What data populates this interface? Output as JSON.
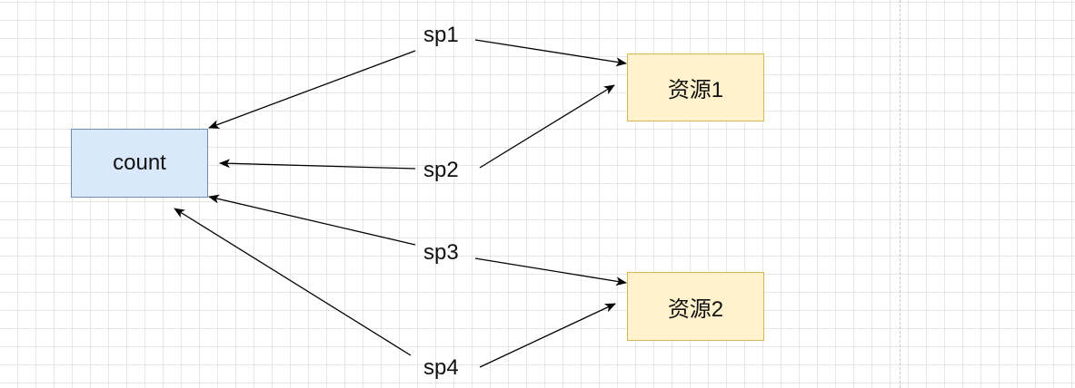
{
  "colors": {
    "count_fill": "#dae8fc",
    "count_stroke": "#6c8ebf",
    "resource_fill": "#fff2cc",
    "resource_stroke": "#d6b656",
    "edge": "#000000"
  },
  "nodes": {
    "count": {
      "label": "count"
    },
    "resource1": {
      "label": "资源1"
    },
    "resource2": {
      "label": "资源2"
    }
  },
  "edges": [
    {
      "label": "sp1",
      "from": "sp1",
      "to": [
        "count",
        "资源1"
      ]
    },
    {
      "label": "sp2",
      "from": "sp2",
      "to": [
        "count",
        "资源1"
      ]
    },
    {
      "label": "sp3",
      "from": "sp3",
      "to": [
        "count",
        "资源2"
      ]
    },
    {
      "label": "sp4",
      "from": "sp4",
      "to": [
        "count",
        "资源2"
      ]
    }
  ]
}
